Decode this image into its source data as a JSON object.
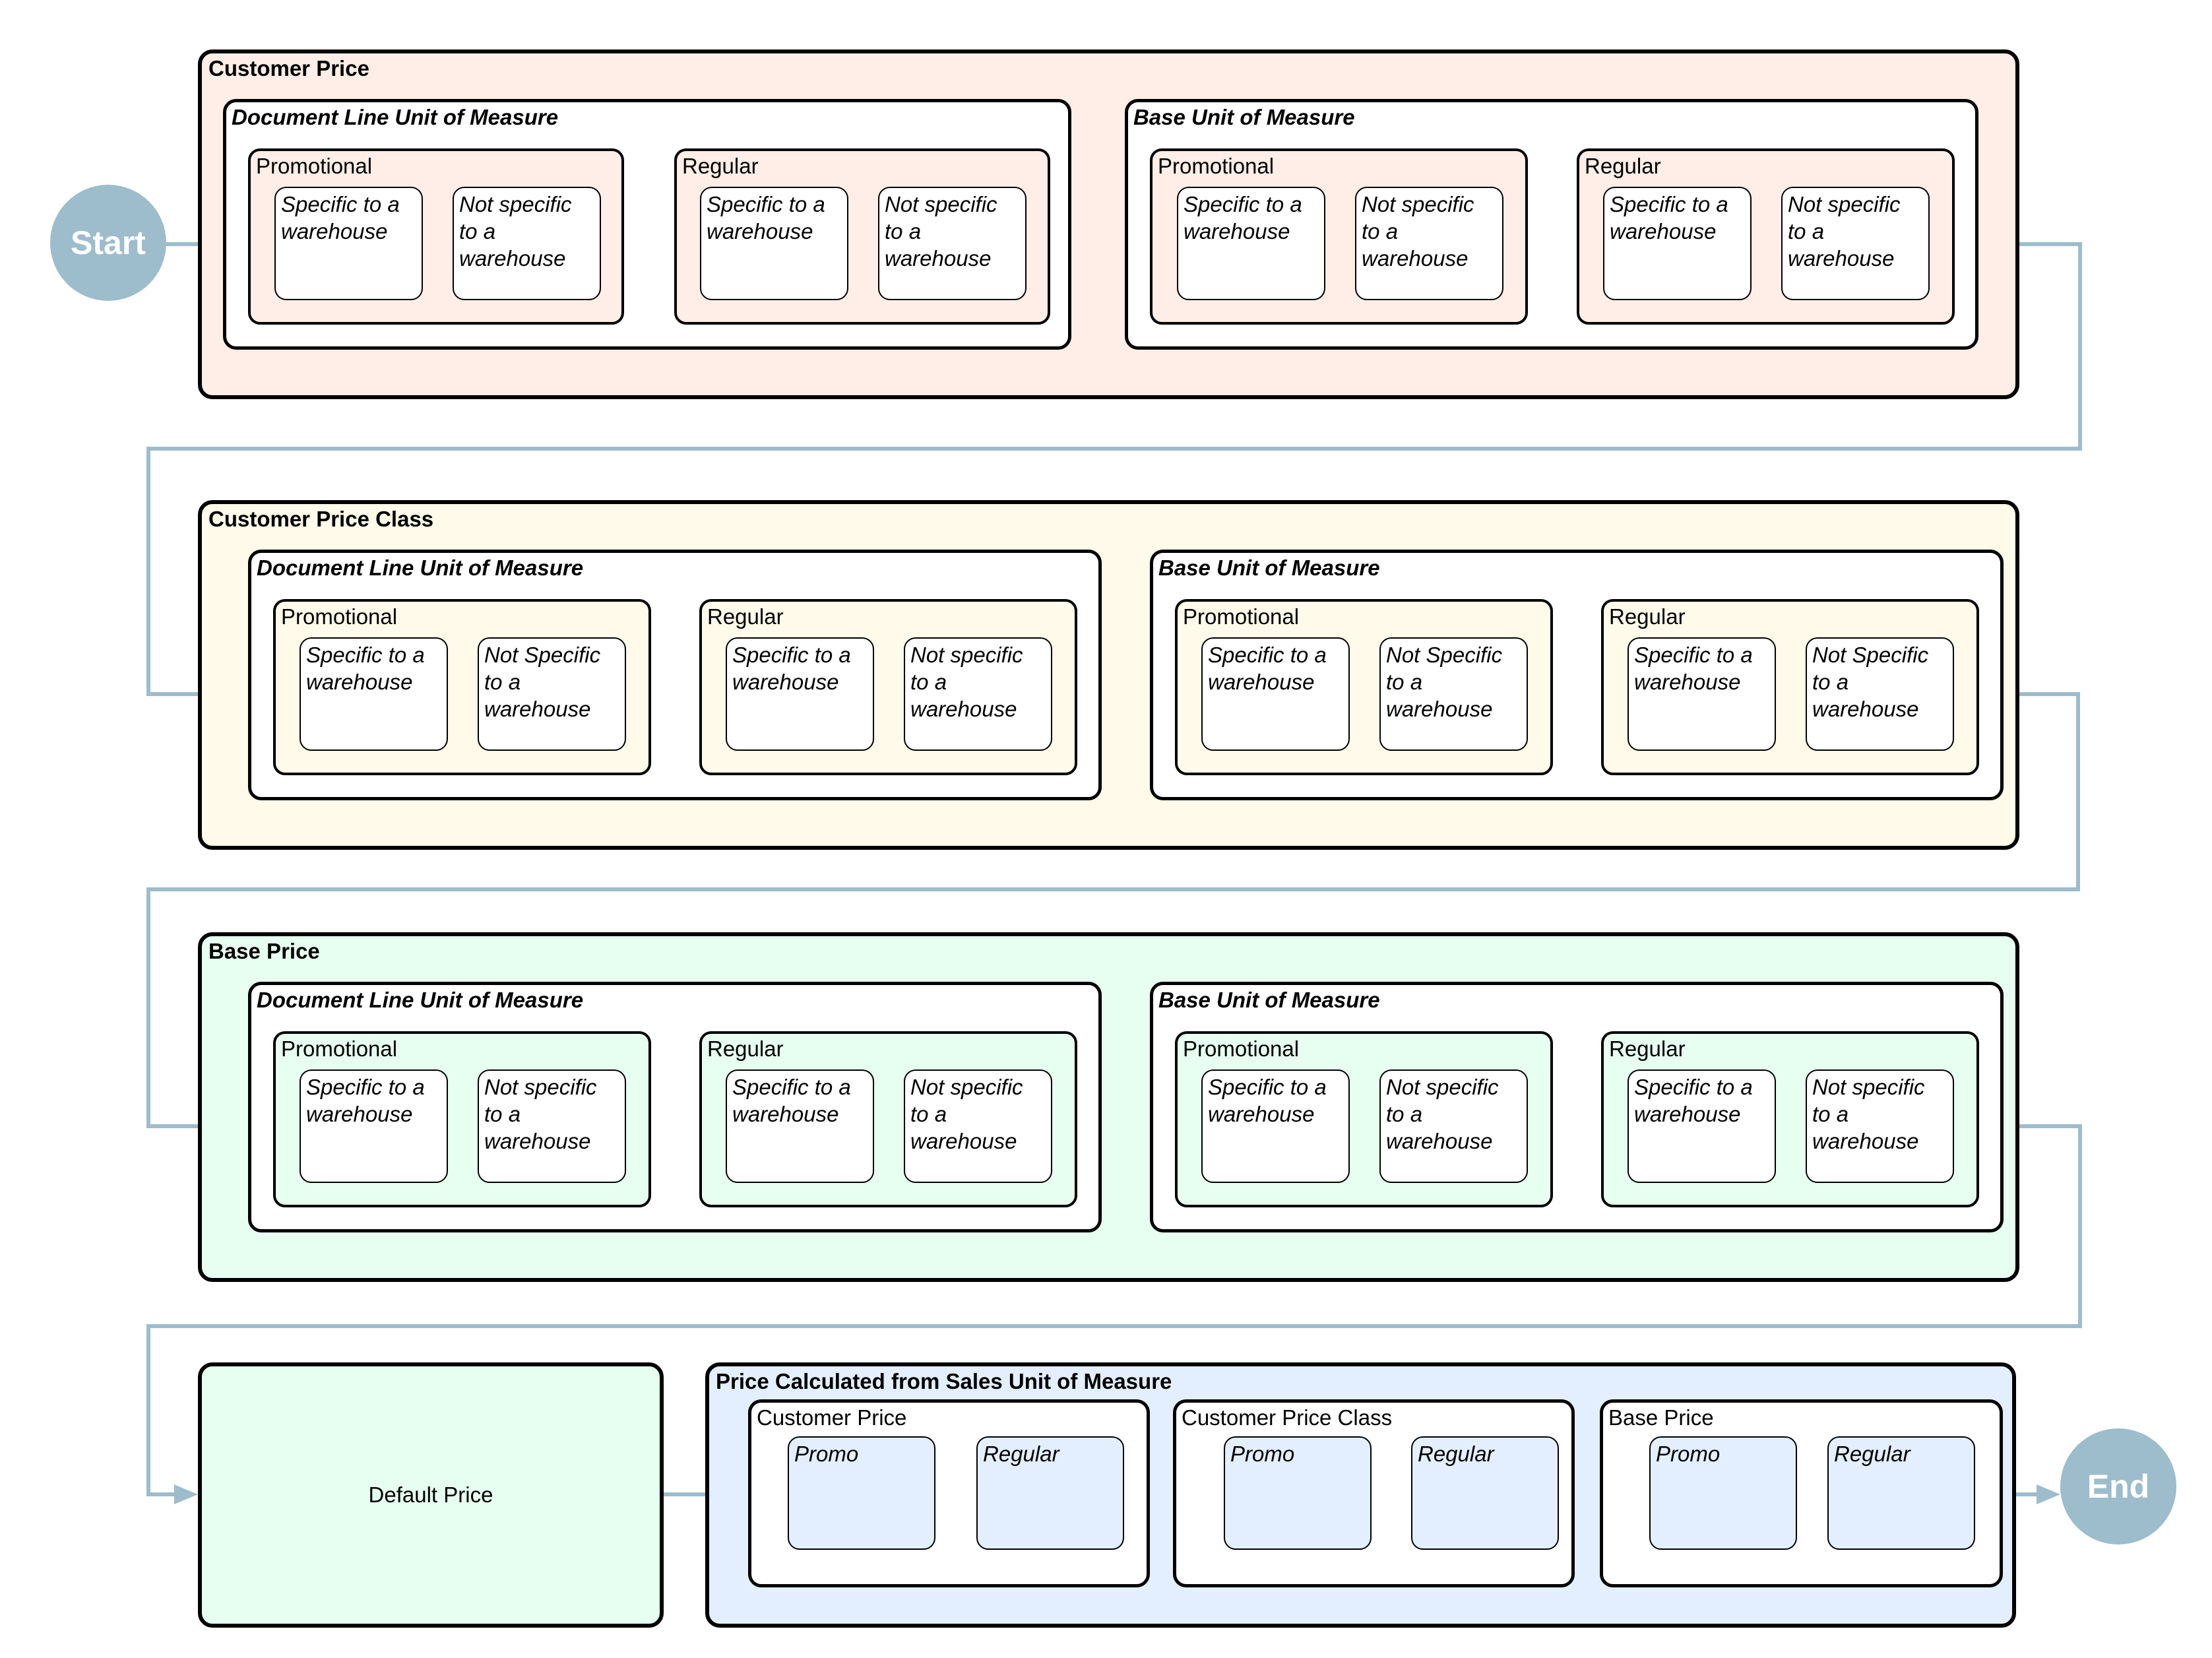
{
  "colors": {
    "connector": "#9dbccc",
    "customer_price_bg": "#ffeee7",
    "customer_price_class_bg": "#fffaea",
    "base_price_bg": "#e7fff1",
    "default_price_bg": "#e7fff1",
    "sales_uom_bg": "#e3efff"
  },
  "start_label": "Start",
  "end_label": "End",
  "customer_price": {
    "title": "Customer Price",
    "doc_uom": {
      "title": "Document Line Unit of Measure",
      "promotional": {
        "title": "Promotional",
        "specific": "Specific to a warehouse",
        "not_specific": "Not specific to a warehouse"
      },
      "regular": {
        "title": "Regular",
        "specific": "Specific to a warehouse",
        "not_specific": "Not specific to a warehouse"
      }
    },
    "base_uom": {
      "title": "Base Unit of Measure",
      "promotional": {
        "title": "Promotional",
        "specific": "Specific to a warehouse",
        "not_specific": "Not specific to a warehouse"
      },
      "regular": {
        "title": "Regular",
        "specific": "Specific to a warehouse",
        "not_specific": "Not specific to a warehouse"
      }
    }
  },
  "customer_price_class": {
    "title": "Customer Price Class",
    "doc_uom": {
      "title": "Document Line Unit of Measure",
      "promotional": {
        "title": "Promotional",
        "specific": "Specific to a warehouse",
        "not_specific": "Not Specific to a warehouse"
      },
      "regular": {
        "title": "Regular",
        "specific": "Specific to a warehouse",
        "not_specific": "Not specific to a warehouse"
      }
    },
    "base_uom": {
      "title": "Base Unit of Measure",
      "promotional": {
        "title": "Promotional",
        "specific": "Specific to a warehouse",
        "not_specific": "Not Specific to a warehouse"
      },
      "regular": {
        "title": "Regular",
        "specific": "Specific to a warehouse",
        "not_specific": "Not Specific to a warehouse"
      }
    }
  },
  "base_price": {
    "title": "Base Price",
    "doc_uom": {
      "title": "Document Line Unit of Measure",
      "promotional": {
        "title": "Promotional",
        "specific": "Specific to a warehouse",
        "not_specific": "Not specific to a warehouse"
      },
      "regular": {
        "title": "Regular",
        "specific": "Specific to a warehouse",
        "not_specific": "Not specific to a warehouse"
      }
    },
    "base_uom": {
      "title": "Base Unit of Measure",
      "promotional": {
        "title": "Promotional",
        "specific": "Specific to a warehouse",
        "not_specific": "Not specific to a warehouse"
      },
      "regular": {
        "title": "Regular",
        "specific": "Specific to a warehouse",
        "not_specific": "Not specific to a warehouse"
      }
    }
  },
  "default_price": {
    "label": "Default Price"
  },
  "sales_uom": {
    "title": "Price Calculated from Sales Unit of Measure",
    "customer_price": {
      "title": "Customer Price",
      "promo": "Promo",
      "regular": "Regular"
    },
    "customer_price_class": {
      "title": "Customer Price Class",
      "promo": "Promo",
      "regular": "Regular"
    },
    "base_price": {
      "title": "Base Price",
      "promo": "Promo",
      "regular": "Regular"
    }
  }
}
